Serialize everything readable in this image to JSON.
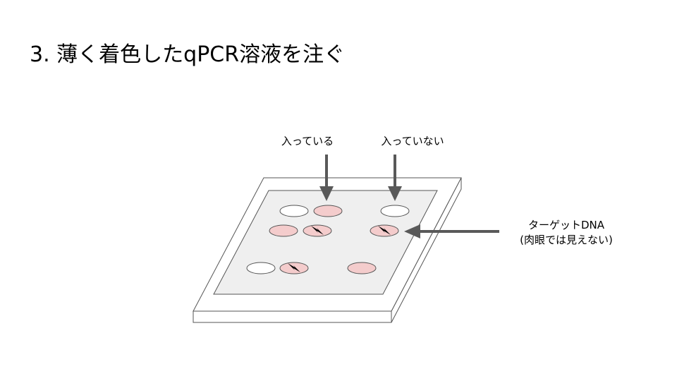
{
  "slide": {
    "title": "3. 薄く着色したqPCR溶液を注ぐ"
  },
  "labels": {
    "with_target": "入っている",
    "without_target": "入っていない",
    "target_line1": "ターゲットDNA",
    "target_line2": "(肉眼では見えない)"
  },
  "colors": {
    "plate_outline": "#555555",
    "plate_inner": "#efefef",
    "well_pink": "#f4cccc",
    "well_empty": "#ffffff",
    "arrow": "#595959",
    "dna_mark": "#000000"
  },
  "wells": [
    {
      "id": "r1c1",
      "state": "empty"
    },
    {
      "id": "r1c2",
      "state": "pink"
    },
    {
      "id": "r1c3",
      "state": "empty"
    },
    {
      "id": "r2c1",
      "state": "pink"
    },
    {
      "id": "r2c2",
      "state": "pink-dna"
    },
    {
      "id": "r2c3",
      "state": "pink-dna"
    },
    {
      "id": "r3c1",
      "state": "empty"
    },
    {
      "id": "r3c2",
      "state": "pink-dna"
    },
    {
      "id": "r3c3",
      "state": "pink"
    }
  ]
}
